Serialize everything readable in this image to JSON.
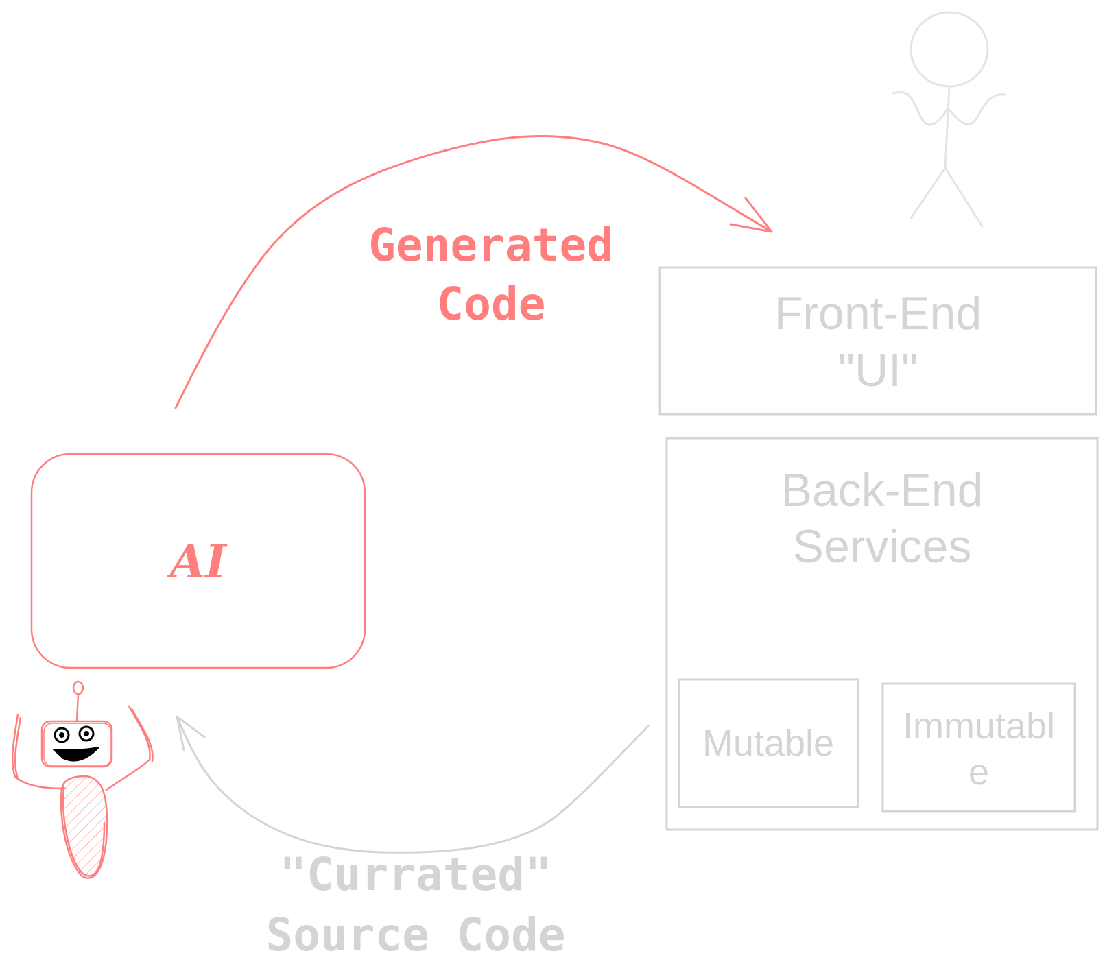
{
  "colors": {
    "accent": "#ff7f7f",
    "muted": "#d4d4d4",
    "background": "#ffffff"
  },
  "ai_box": {
    "label": "AI"
  },
  "arrows": {
    "generated": {
      "line1": "Generated",
      "line2": "Code"
    },
    "curated": {
      "line1": "\"Currated\"",
      "line2": "Source Code"
    }
  },
  "front_end": {
    "line1": "Front-End",
    "line2": "\"UI\""
  },
  "back_end": {
    "line1": "Back-End",
    "line2": "Services",
    "mutable": {
      "label": "Mutable"
    },
    "immutable": {
      "line1": "Immutabl",
      "line2": "e"
    }
  },
  "icons": {
    "robot": "robot-icon",
    "user": "stick-figure-user-icon"
  }
}
